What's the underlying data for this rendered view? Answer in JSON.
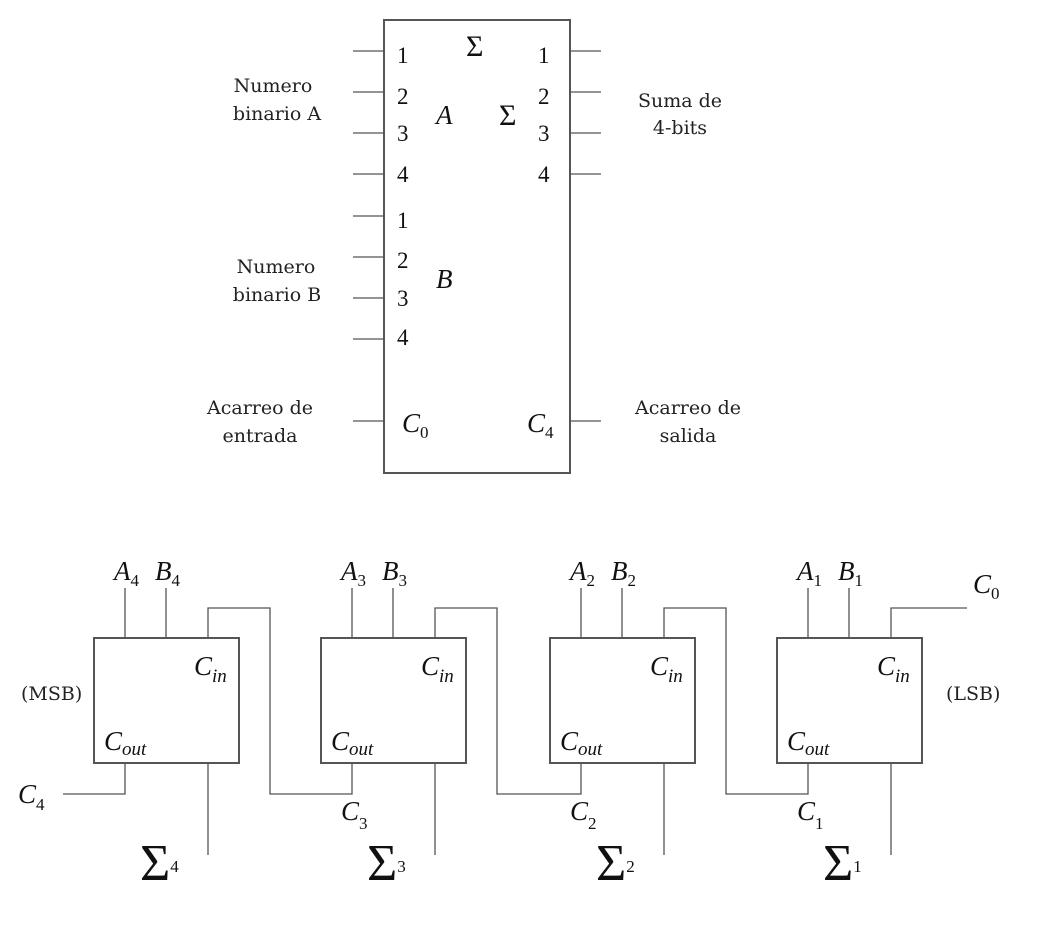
{
  "block": {
    "inputs_a_label": [
      "Numero",
      "binario A"
    ],
    "inputs_b_label": [
      "Numero",
      "binario B"
    ],
    "carry_in_label": [
      "Acarreo de",
      "entrada"
    ],
    "sum_label": [
      "Suma de",
      "4-bits"
    ],
    "carry_out_label": [
      "Acarreo de",
      "salida"
    ],
    "a_pins": [
      "1",
      "2",
      "3",
      "4"
    ],
    "b_pins": [
      "1",
      "2",
      "3",
      "4"
    ],
    "sum_pins": [
      "1",
      "2",
      "3",
      "4"
    ],
    "a_symbol": "A",
    "b_symbol": "B",
    "sum_symbol_top": "Σ",
    "sum_symbol": "Σ",
    "c_in": {
      "base": "C",
      "sub": "0"
    },
    "c_out": {
      "base": "C",
      "sub": "4"
    }
  },
  "adders": [
    {
      "a": {
        "base": "A",
        "sub": "4"
      },
      "b": {
        "base": "B",
        "sub": "4"
      },
      "carry": {
        "base": "C",
        "sub": "3"
      },
      "sum": {
        "base": "Σ",
        "sub": "4"
      },
      "side": "(MSB)"
    },
    {
      "a": {
        "base": "A",
        "sub": "3"
      },
      "b": {
        "base": "B",
        "sub": "3"
      },
      "carry": {
        "base": "C",
        "sub": "2"
      },
      "sum": {
        "base": "Σ",
        "sub": "3"
      }
    },
    {
      "a": {
        "base": "A",
        "sub": "2"
      },
      "b": {
        "base": "B",
        "sub": "2"
      },
      "carry": {
        "base": "C",
        "sub": "1"
      },
      "sum": {
        "base": "Σ",
        "sub": "2"
      }
    },
    {
      "a": {
        "base": "A",
        "sub": "1"
      },
      "b": {
        "base": "B",
        "sub": "1"
      },
      "carry": {
        "base": "C",
        "sub": "0"
      },
      "sum": {
        "base": "Σ",
        "sub": "1"
      },
      "side": "(LSB)"
    }
  ],
  "adder_ports": {
    "a": "A",
    "b": "B",
    "cin": {
      "base": "C",
      "sub": "in"
    },
    "cout": {
      "base": "C",
      "sub": "out"
    },
    "sum": "Σ"
  },
  "final_carry": {
    "base": "C",
    "sub": "4"
  }
}
